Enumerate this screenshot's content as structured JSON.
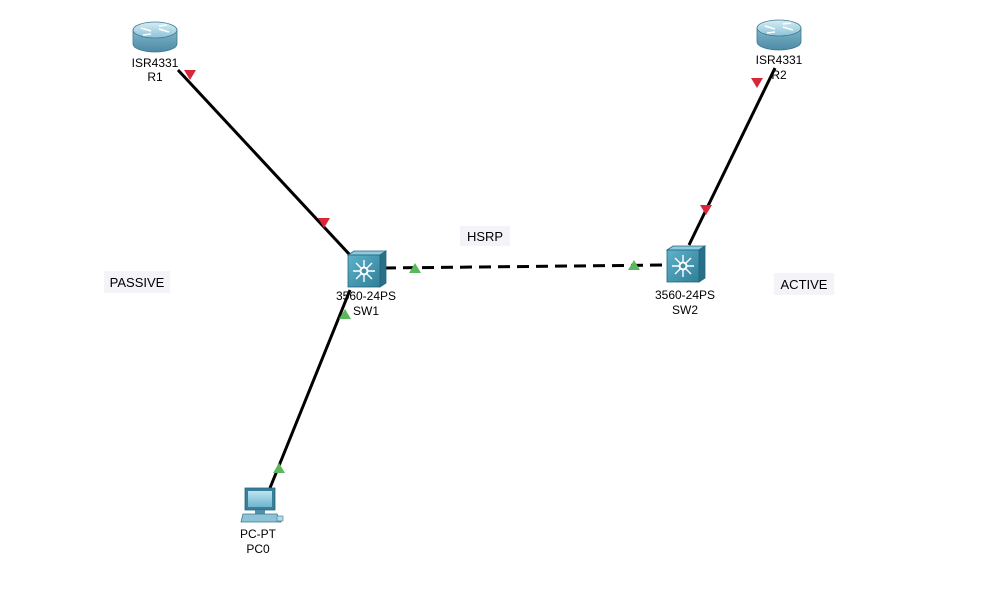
{
  "devices": {
    "r1": {
      "model": "ISR4331",
      "name": "R1",
      "icon": "router-icon"
    },
    "r2": {
      "model": "ISR4331",
      "name": "R2",
      "icon": "router-icon"
    },
    "sw1": {
      "model": "3560-24PS",
      "name": "SW1",
      "icon": "multilayer-switch-icon"
    },
    "sw2": {
      "model": "3560-24PS",
      "name": "SW2",
      "icon": "multilayer-switch-icon"
    },
    "pc0": {
      "model": "PC-PT",
      "name": "PC0",
      "icon": "pc-icon"
    }
  },
  "notes": {
    "hsrp": "HSRP",
    "passive": "PASSIVE",
    "active": "ACTIVE"
  },
  "links": [
    {
      "from": "R1",
      "to": "SW1",
      "style": "solid",
      "status": "down"
    },
    {
      "from": "R2",
      "to": "SW2",
      "style": "solid",
      "status": "down"
    },
    {
      "from": "SW1",
      "to": "SW2",
      "style": "dashed",
      "status": "up"
    },
    {
      "from": "SW1",
      "to": "PC0",
      "style": "solid",
      "status": "up"
    }
  ],
  "colors": {
    "link_up": "#5cb85c",
    "link_down": "#d9273a",
    "router_body": "#5f9bb5",
    "switch_body": "#3e8fa8",
    "pc_body": "#4f9fbf",
    "link_line": "#000000"
  }
}
